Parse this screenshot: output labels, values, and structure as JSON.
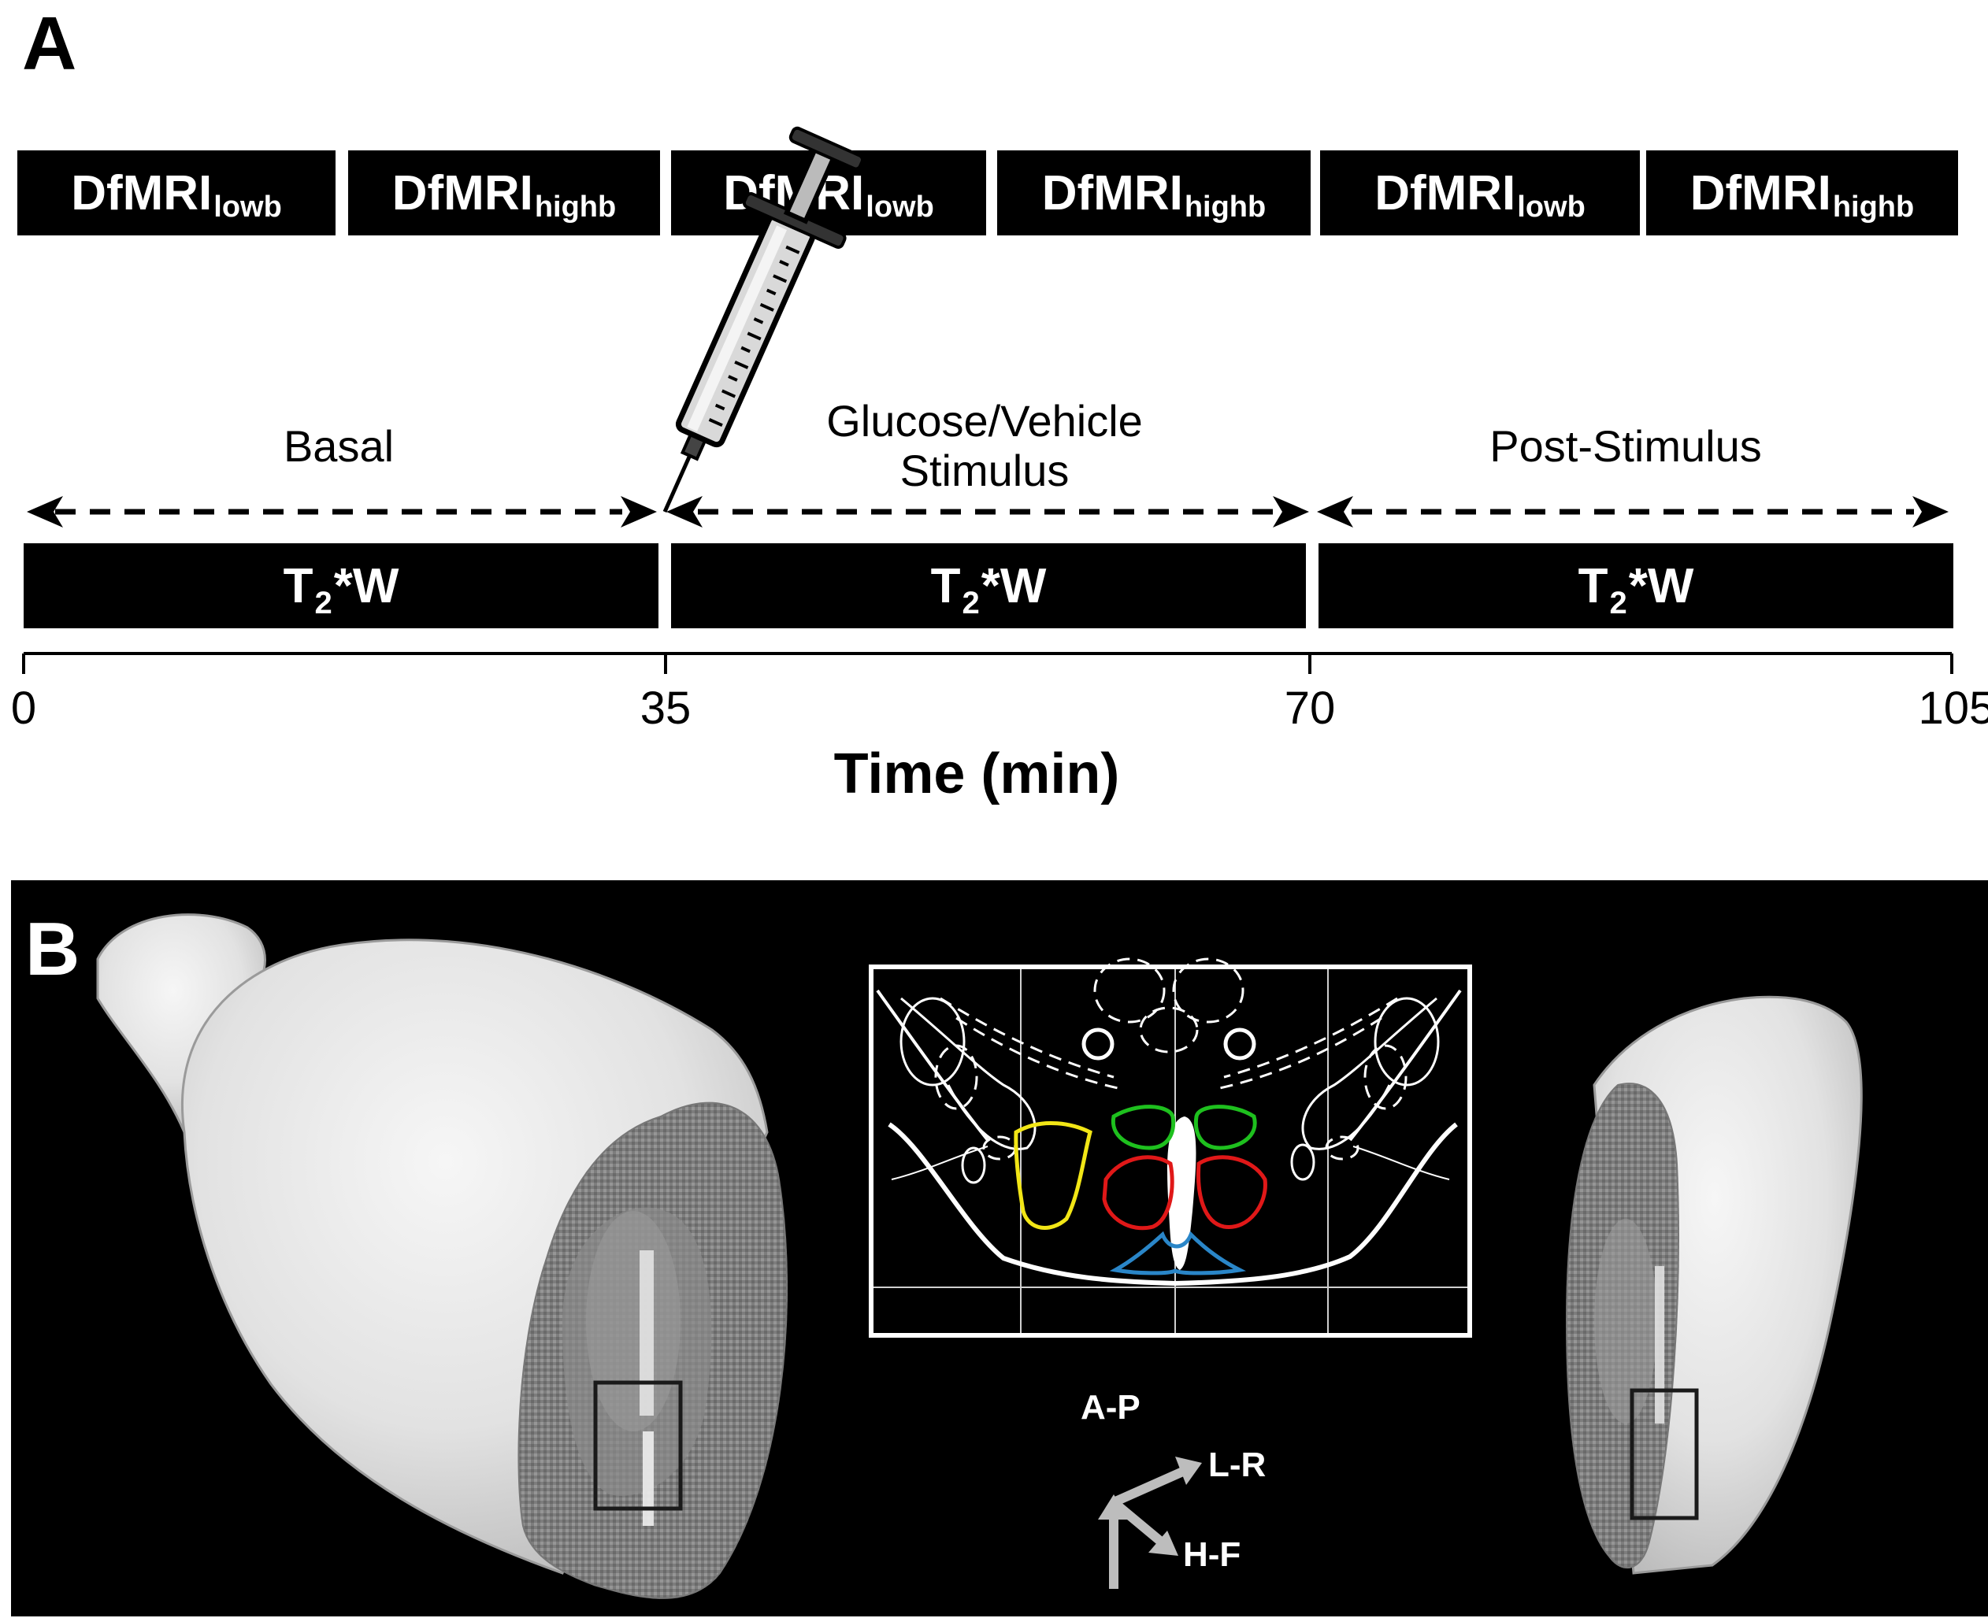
{
  "panel_a": {
    "letter": "A",
    "dfmri_blocks": [
      {
        "main": "DfMRI",
        "sub": "lowb"
      },
      {
        "main": "DfMRI",
        "sub": "highb"
      },
      {
        "main": "DfMRI",
        "sub": "lowb"
      },
      {
        "main": "DfMRI",
        "sub": "highb"
      },
      {
        "main": "DfMRI",
        "sub": "lowb"
      },
      {
        "main": "DfMRI",
        "sub": "highb"
      }
    ],
    "phases": [
      {
        "line1": "Basal",
        "line2": ""
      },
      {
        "line1": "Glucose/Vehicle",
        "line2": "Stimulus"
      },
      {
        "line1": "Post-Stimulus",
        "line2": ""
      }
    ],
    "t2w_blocks": [
      {
        "pre": "T",
        "sub": "2",
        "post": "*W"
      },
      {
        "pre": "T",
        "sub": "2",
        "post": "*W"
      },
      {
        "pre": "T",
        "sub": "2",
        "post": "*W"
      }
    ],
    "axis": {
      "ticks": [
        "0",
        "35",
        "70",
        "105"
      ],
      "title": "Time (min)"
    }
  },
  "panel_b": {
    "letter": "B",
    "orientation": {
      "ap": "A-P",
      "lr": "L-R",
      "hf": "H-F"
    },
    "roi_colors": {
      "yellow": "#f2e616",
      "green": "#1ec01e",
      "red": "#e01818",
      "blue": "#2a86c8"
    }
  }
}
